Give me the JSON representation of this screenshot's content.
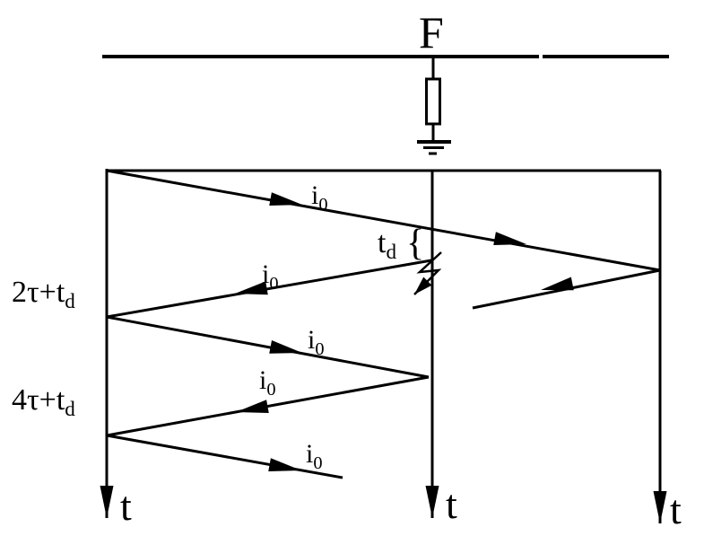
{
  "diagram": {
    "fault_point_label": "F",
    "time_axis_label": "t",
    "wave_label": {
      "main": "i",
      "sub": "0"
    },
    "delay_label": {
      "main": "t",
      "sub": "d"
    },
    "brace_glyph": "{",
    "arrival_labels": [
      {
        "main": "2τ+t",
        "sub": "d"
      },
      {
        "main": "4τ+t",
        "sub": "d"
      }
    ]
  },
  "colors": {
    "ink": "#000000",
    "background": "#ffffff"
  }
}
